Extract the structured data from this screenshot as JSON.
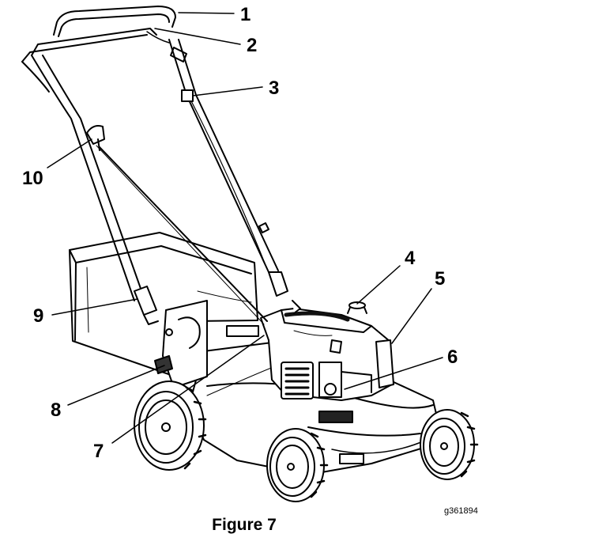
{
  "figure": {
    "caption": "Figure 7",
    "graphic_id": "g361894"
  },
  "callouts": [
    {
      "id": "1",
      "label": "1"
    },
    {
      "id": "2",
      "label": "2"
    },
    {
      "id": "3",
      "label": "3"
    },
    {
      "id": "4",
      "label": "4"
    },
    {
      "id": "5",
      "label": "5"
    },
    {
      "id": "6",
      "label": "6"
    },
    {
      "id": "7",
      "label": "7"
    },
    {
      "id": "8",
      "label": "8"
    },
    {
      "id": "9",
      "label": "9"
    },
    {
      "id": "10",
      "label": "10"
    }
  ]
}
